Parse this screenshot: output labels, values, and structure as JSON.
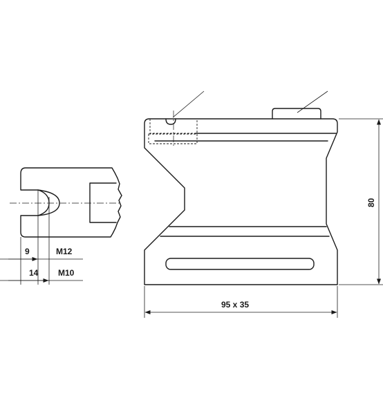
{
  "dimensions": {
    "slot_width": "9",
    "thread_large": "M12",
    "slot_depth": "14",
    "thread_small": "M10",
    "base_size": "95 x 35",
    "height": "80"
  },
  "colors": {
    "line": "#1a1a1a",
    "background": "#ffffff"
  }
}
